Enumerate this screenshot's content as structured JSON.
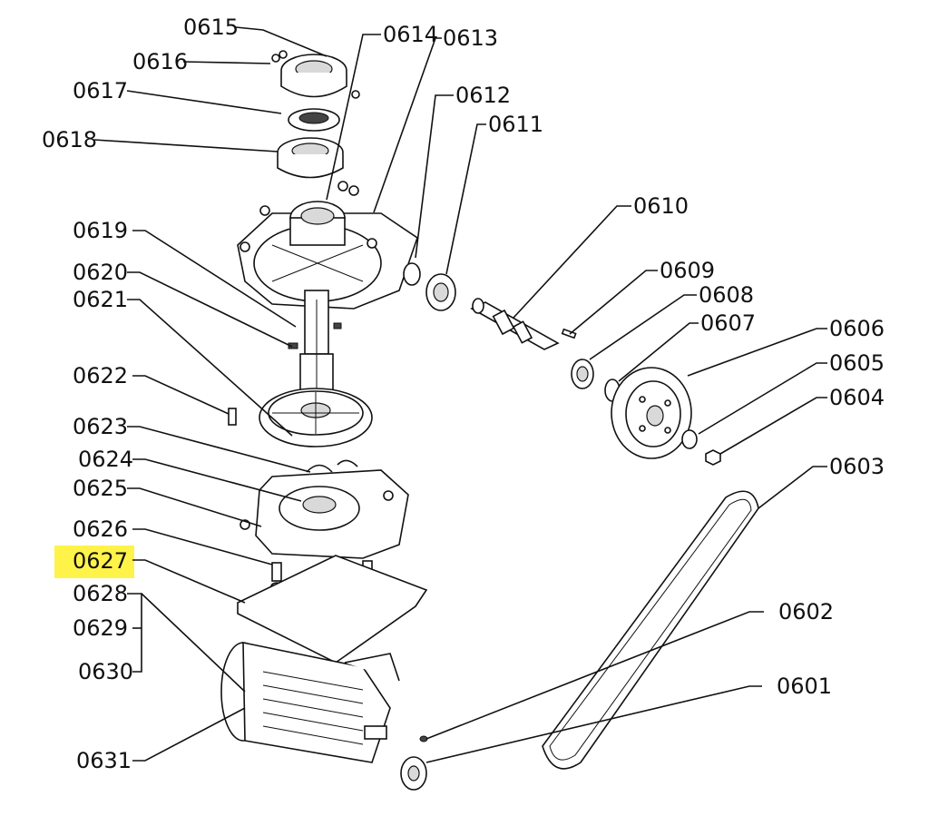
{
  "diagram": {
    "highlight_color": "#fff34a",
    "line_color": "#111111",
    "labels": {
      "p0601": "0601",
      "p0602": "0602",
      "p0603": "0603",
      "p0604": "0604",
      "p0605": "0605",
      "p0606": "0606",
      "p0607": "0607",
      "p0608": "0608",
      "p0609": "0609",
      "p0610": "0610",
      "p0611": "0611",
      "p0612": "0612",
      "p0613": "0613",
      "p0614": "0614",
      "p0615": "0615",
      "p0616": "0616",
      "p0617": "0617",
      "p0618": "0618",
      "p0619": "0619",
      "p0620": "0620",
      "p0621": "0621",
      "p0622": "0622",
      "p0623": "0623",
      "p0624": "0624",
      "p0625": "0625",
      "p0626": "0626",
      "p0627": "0627",
      "p0628": "0628",
      "p0629": "0629",
      "p0630": "0630",
      "p0631": "0631"
    },
    "highlighted": "0627"
  }
}
